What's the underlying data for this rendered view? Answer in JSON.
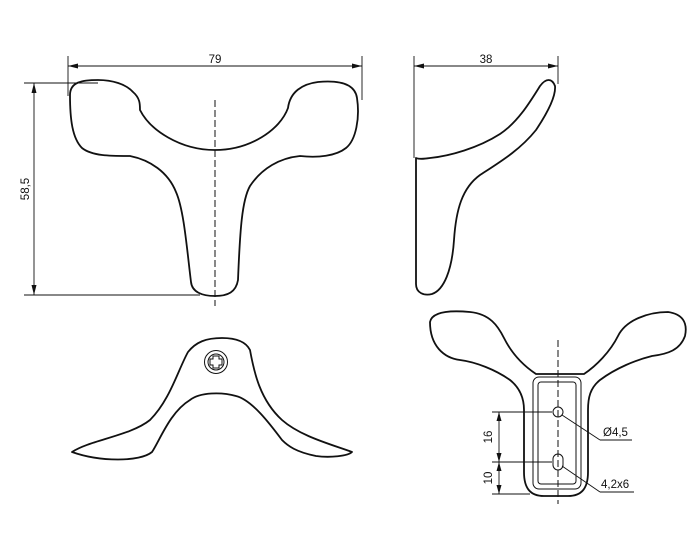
{
  "dimensions": {
    "width": "79",
    "height": "58,5",
    "depth": "38",
    "hole_spacing": "16",
    "hole_offset": "10",
    "hole_diameter": "Ø4,5",
    "slot_size": "4,2x6"
  }
}
